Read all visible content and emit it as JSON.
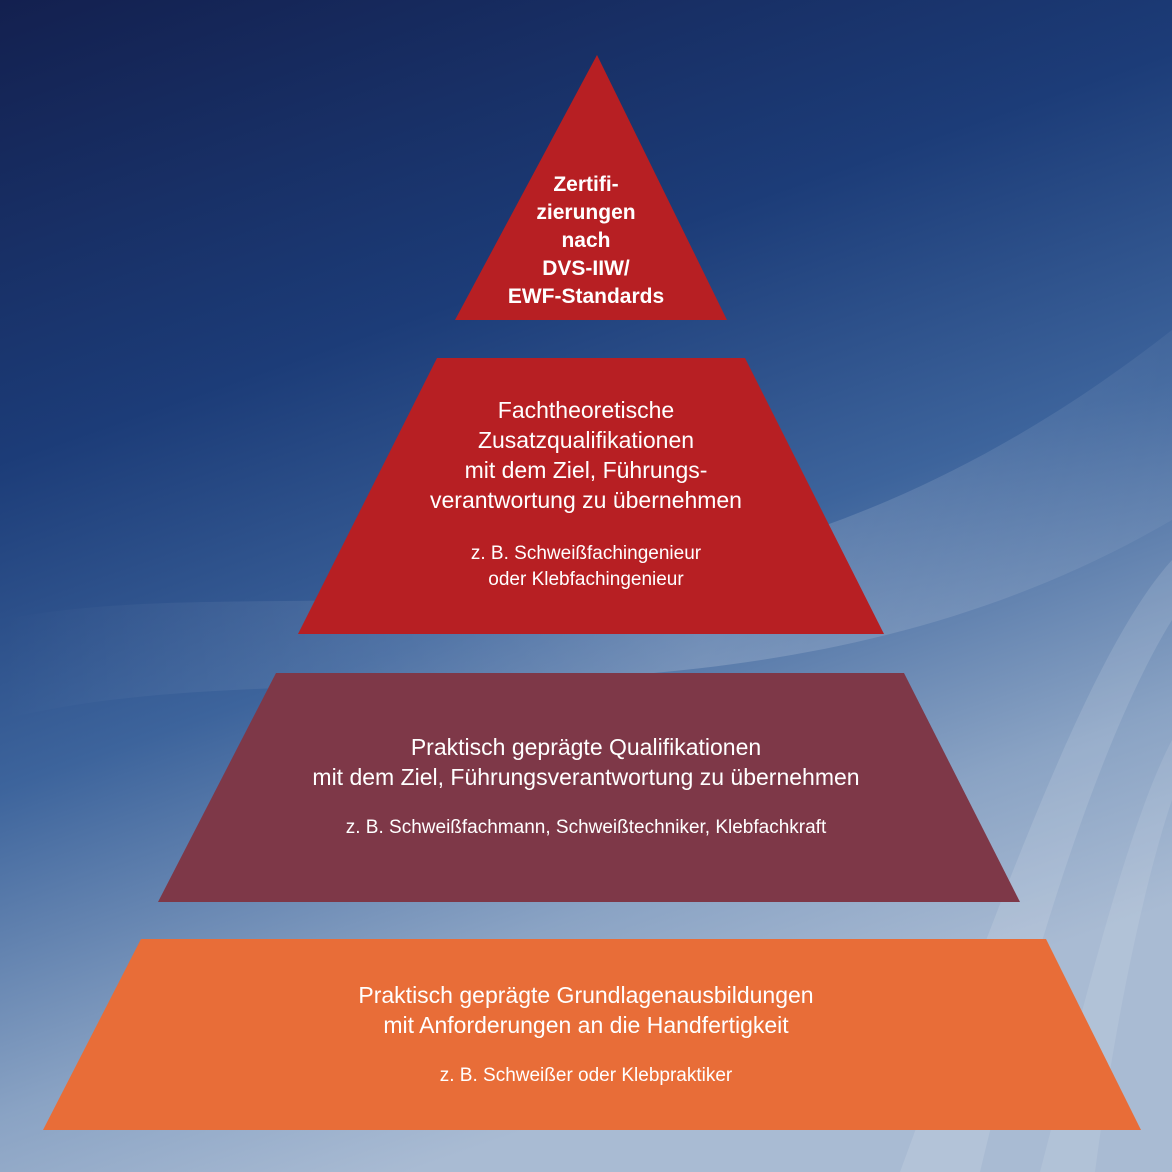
{
  "colors": {
    "background_top": "#14255a",
    "background_mid": "#1f4a86",
    "background_bottom": "#8fa7c6",
    "tier_top": "#b71f23",
    "tier_second": "#b71f23",
    "tier_third": "#7e3848",
    "tier_base": "#e86d38",
    "text": "#ffffff"
  },
  "pyramid": {
    "top": {
      "lines": [
        "Zertifi-",
        "zierungen",
        "nach",
        "DVS-IIW/",
        "EWF-Standards"
      ]
    },
    "second": {
      "lines": [
        "Fachtheoretische",
        "Zusatzqualifikationen",
        "mit dem Ziel, Führungs-",
        "verantwortung zu übernehmen"
      ],
      "example_lines": [
        "z. B. Schweißfachingenieur",
        "oder Klebfachingenieur"
      ]
    },
    "third": {
      "lines": [
        "Praktisch geprägte Qualifikationen",
        "mit dem Ziel, Führungsverantwortung zu übernehmen"
      ],
      "example_lines": [
        "z. B. Schweißfachmann, Schweißtechniker, Klebfachkraft"
      ]
    },
    "base": {
      "lines": [
        "Praktisch geprägte Grundlagenausbildungen",
        "mit Anforderungen an die Handfertigkeit"
      ],
      "example_lines": [
        "z. B. Schweißer oder Klebpraktiker"
      ]
    }
  }
}
